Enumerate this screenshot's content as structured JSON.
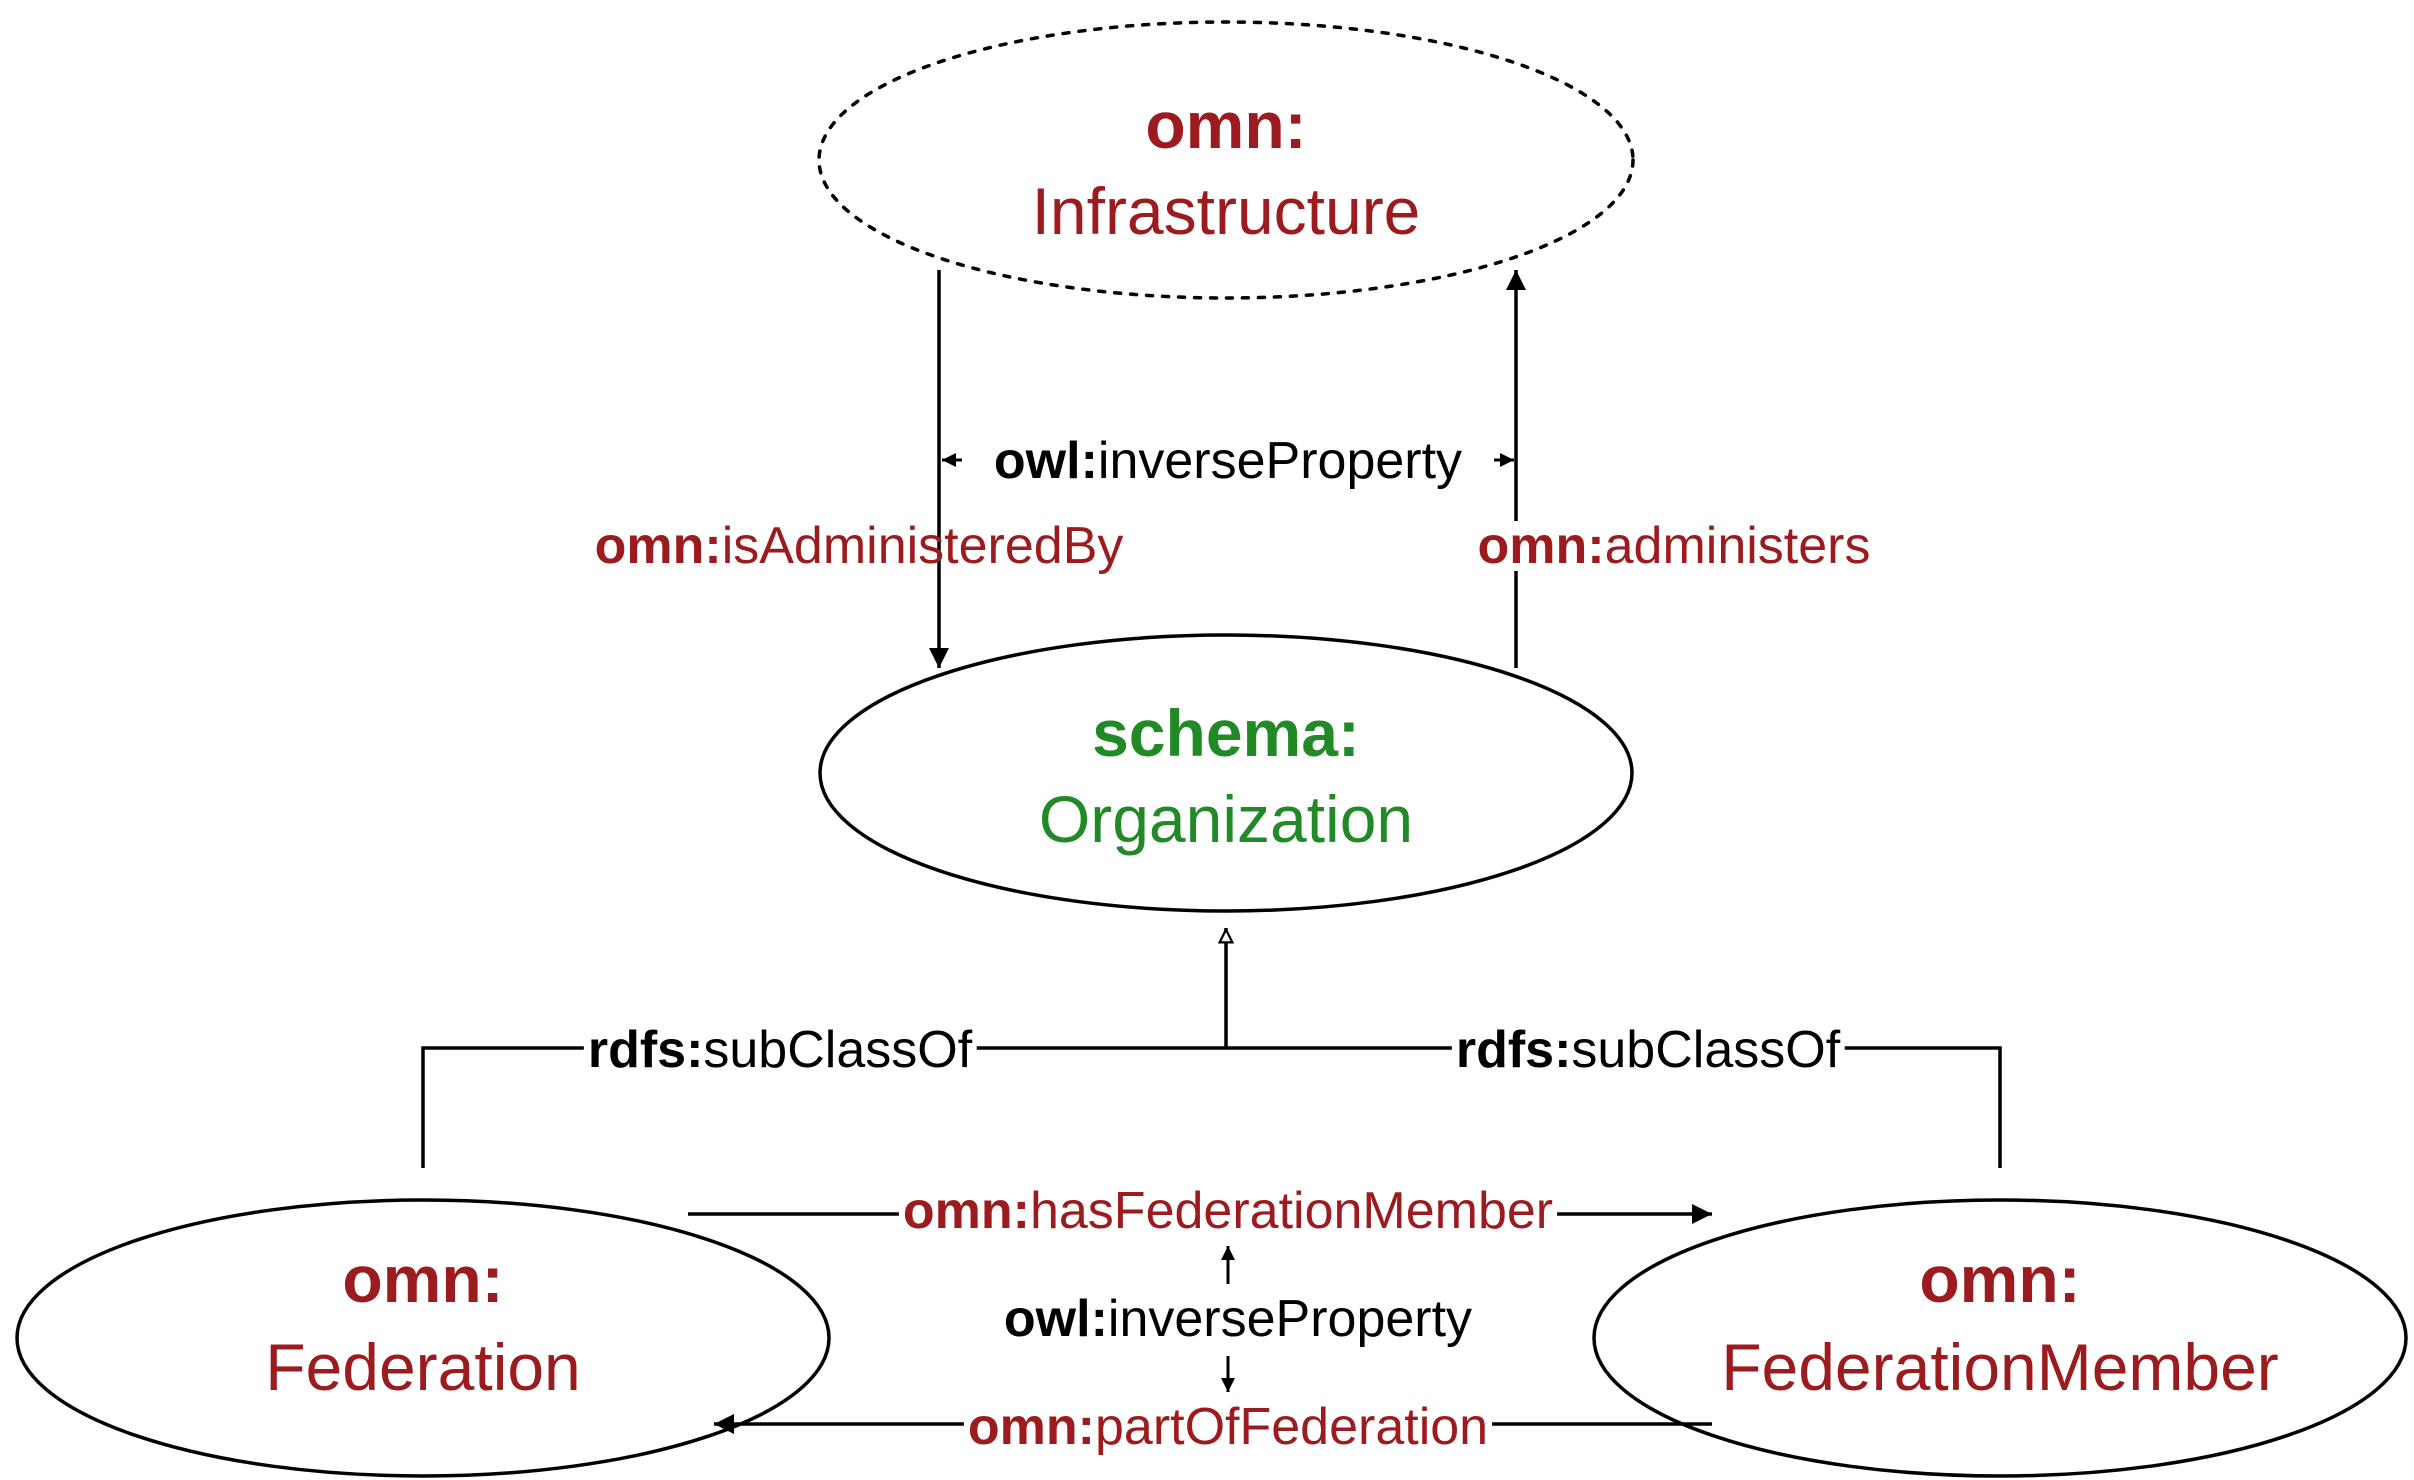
{
  "colors": {
    "omn": "#9b1b1e",
    "schema": "#218a27",
    "meta": "#000000",
    "background": "#ffffff"
  },
  "nodes": {
    "infrastructure": {
      "prefix": "omn:",
      "name": "Infrastructure",
      "border": "dotted"
    },
    "organization": {
      "prefix": "schema:",
      "name": "Organization",
      "border": "solid"
    },
    "federation": {
      "prefix": "omn:",
      "name": "Federation",
      "border": "solid"
    },
    "federation_member": {
      "prefix": "omn:",
      "name": "FederationMember",
      "border": "solid"
    }
  },
  "edges": {
    "is_administered_by": {
      "prefix": "omn:",
      "name": "isAdministeredBy"
    },
    "administers": {
      "prefix": "omn:",
      "name": "administers"
    },
    "inverse_top": {
      "prefix": "owl:",
      "name": "inverseProperty"
    },
    "subclass_left": {
      "prefix": "rdfs:",
      "name": "subClassOf"
    },
    "subclass_right": {
      "prefix": "rdfs:",
      "name": "subClassOf"
    },
    "has_federation_member": {
      "prefix": "omn:",
      "name": "hasFederationMember"
    },
    "inverse_bottom": {
      "prefix": "owl:",
      "name": "inverseProperty"
    },
    "part_of_federation": {
      "prefix": "omn:",
      "name": "partOfFederation"
    }
  }
}
